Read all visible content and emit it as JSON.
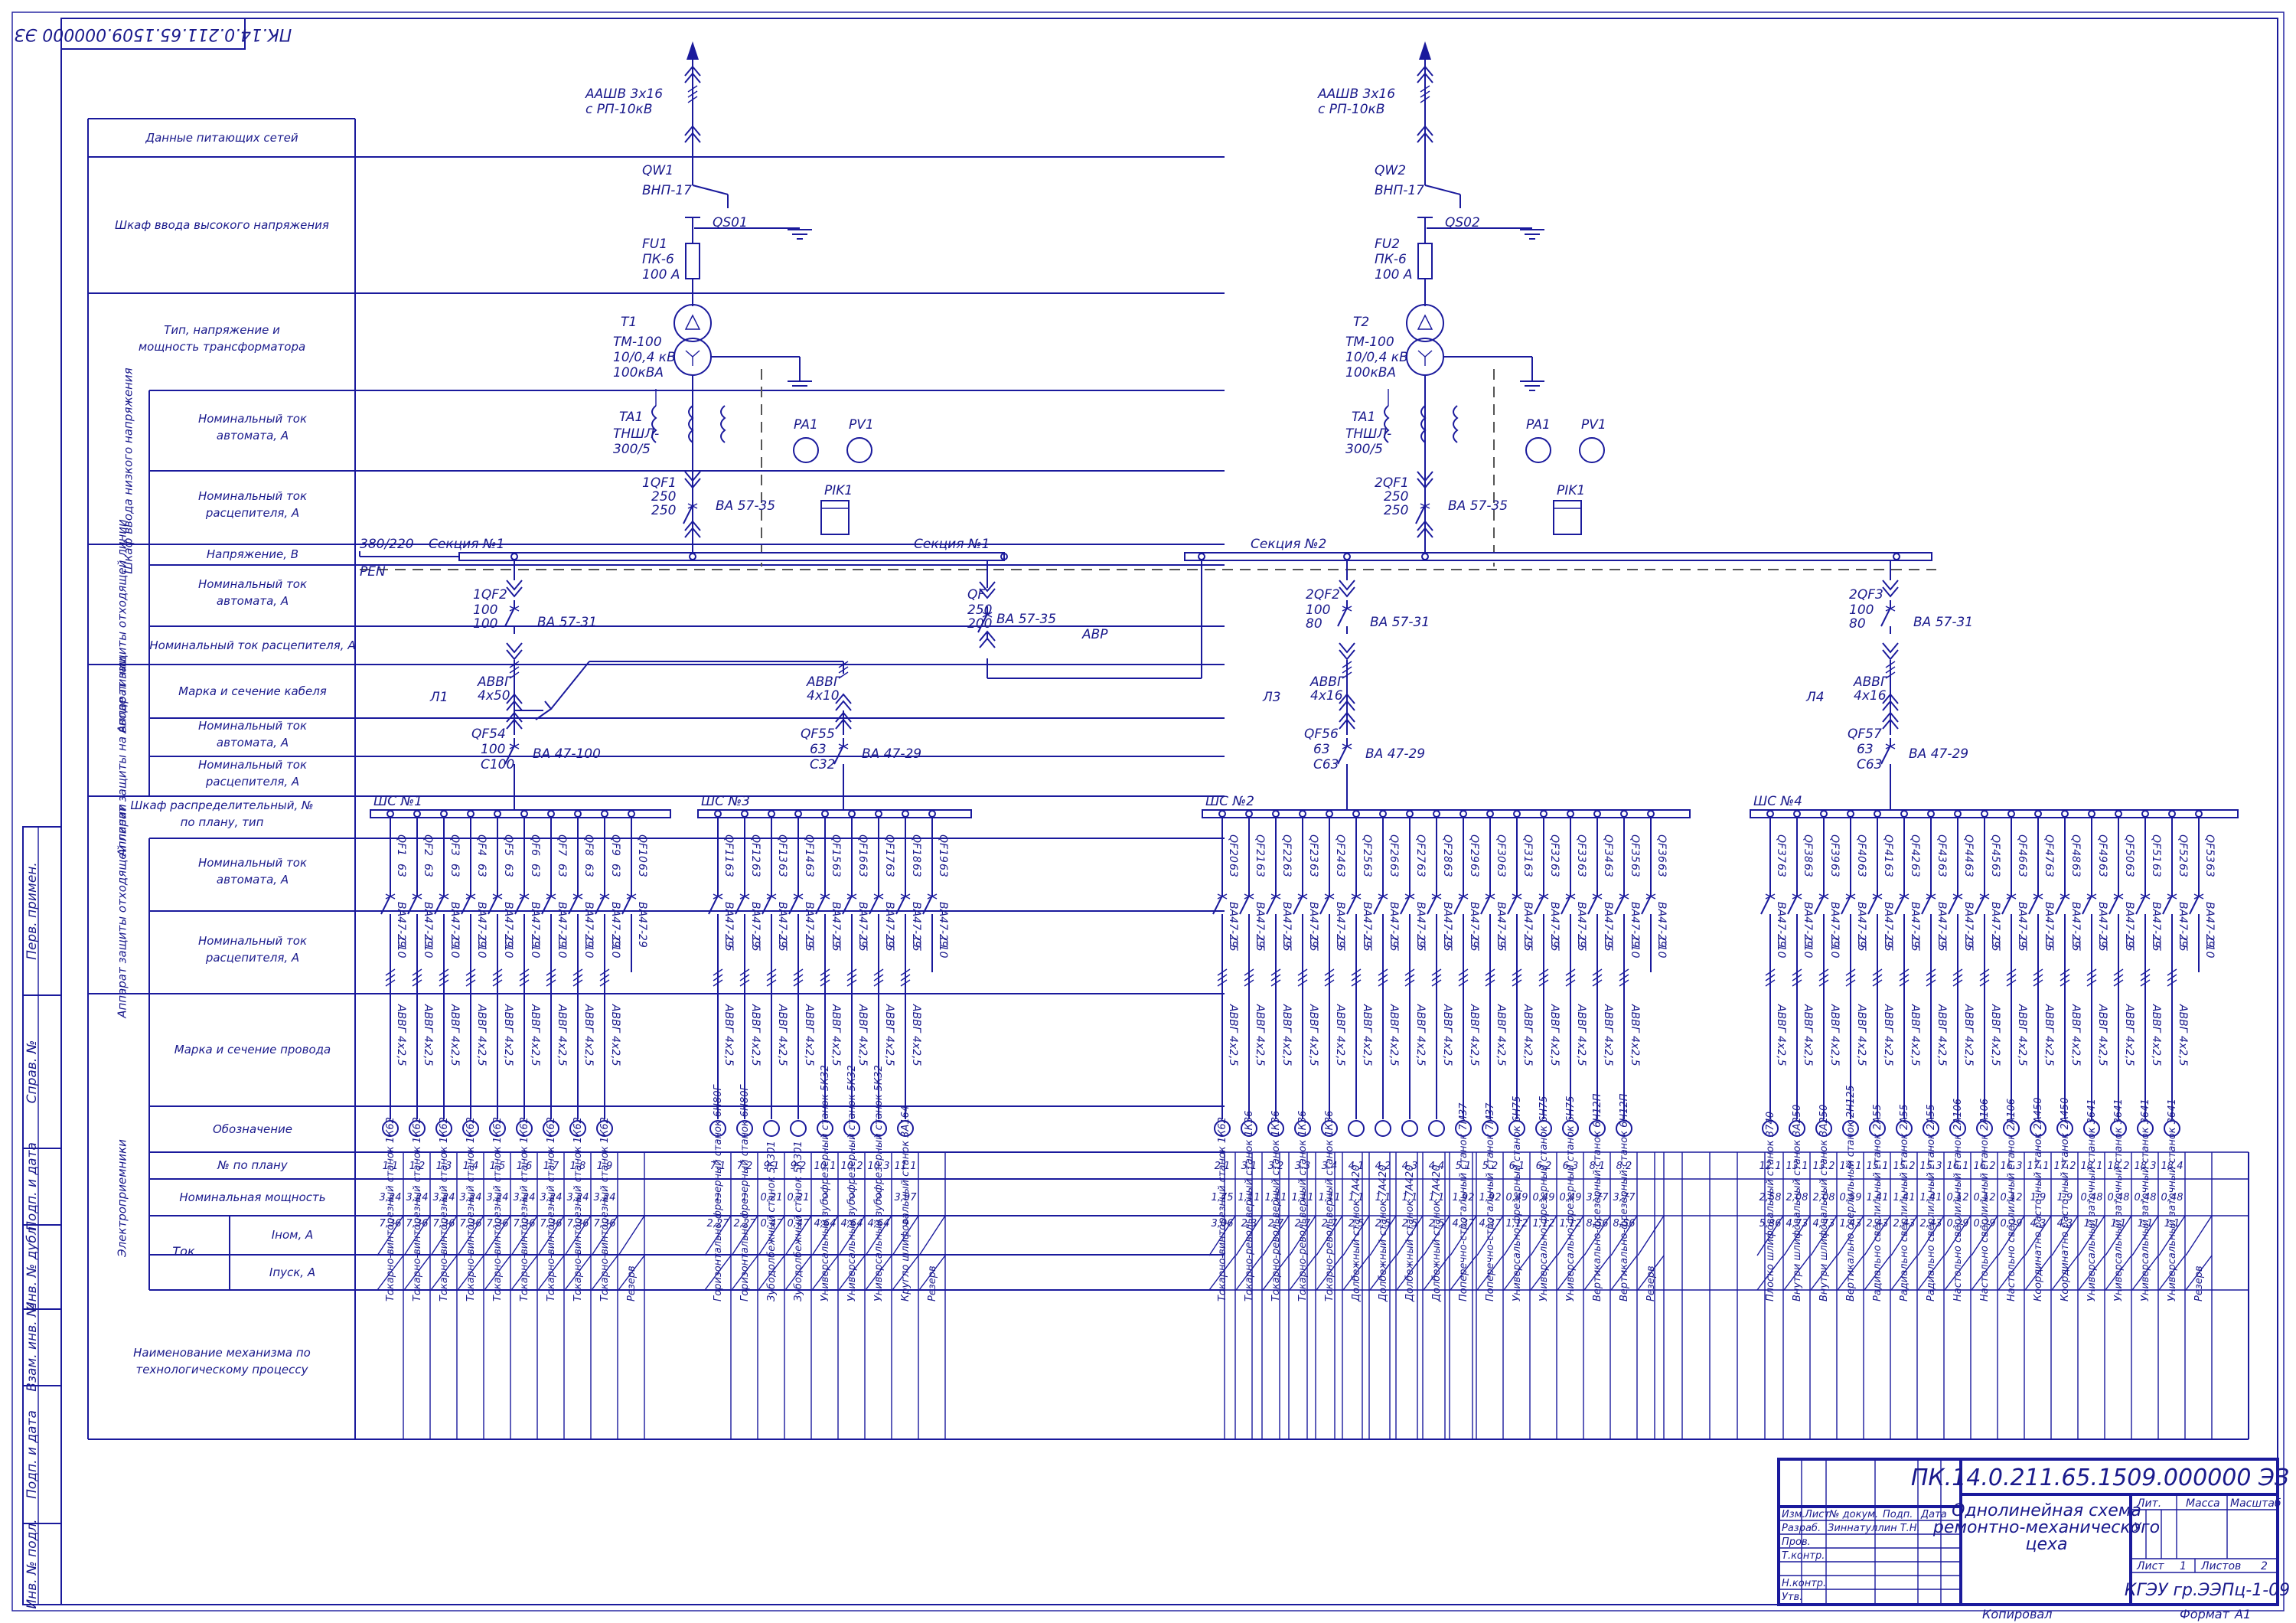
{
  "sheet": {
    "stamp_rotated": "ПК.14.0.211.65.1509.000000 ЭЗ",
    "side_labels": [
      "Перв. примен.",
      "Справ. №",
      "Подп. и дата",
      "Инв. № дубл.",
      "Взам. инв. №",
      "Подп. и дата",
      "Инв. № подл."
    ]
  },
  "left_table": {
    "rows": [
      "Данные питающих сетей",
      "Шкаф ввода высокого напряжения",
      "Тип, напряжение и мощность трансформатора",
      "Номинальный ток автомата, А",
      "Номинальный ток расцепителя, А",
      "Напряжение, В",
      "Номинальный ток автомата, А",
      "Номинальный ток расцепителя, А",
      "Марка и сечение кабеля",
      "Номинальный ток автомата, А",
      "Номинальный ток расцепителя, А",
      "Шкаф распределительный, № по плану, тип",
      "Номинальный ток автомата, А",
      "Номинальный ток расцепителя, А",
      "Марка и сечение провода",
      "Обозначение",
      "№ по плану",
      "Номинальная мощность",
      "Iном, А",
      "Iпуск, А",
      "Наименование механизма по технологическому процессу"
    ],
    "group_labels": [
      "Шкаф ввода низкого напряжения",
      "Аппарат защиты отходящей линии",
      "Аппарат защиты на вводе линии",
      "Аппарат защиты отходящей линии",
      "Электроприемники",
      "Ток"
    ]
  },
  "feeder": [
    {
      "cable": "ААШВ 3х16",
      "cable_src": "с РП-10кВ",
      "qw": "QW1",
      "qw_type": "ВНП-17",
      "qs": "QS01",
      "fu": "FU1",
      "fu_type": "ПК-6",
      "fu_rating": "100 А",
      "t": "T1",
      "t_type": "ТМ-100",
      "t_volt": "10/0,4 кВ",
      "t_power": "100кВА",
      "ta": "TA1",
      "ta_type": "ТНШЛ-",
      "ta_ratio": "300/5",
      "pa": "PA1",
      "pv": "PV1",
      "pik": "PIK1",
      "qf": "1QF1",
      "qf_n1": "250",
      "qf_n2": "250",
      "qf_type": "ВА 57-35",
      "section_left": "Секция №1",
      "section_right": "Секция №1"
    },
    {
      "cable": "ААШВ 3х16",
      "cable_src": "с РП-10кВ",
      "qw": "QW2",
      "qw_type": "ВНП-17",
      "qs": "QS02",
      "fu": "FU2",
      "fu_type": "ПК-6",
      "fu_rating": "100 А",
      "t": "T2",
      "t_type": "ТМ-100",
      "t_volt": "10/0,4 кВ",
      "t_power": "100кВА",
      "ta": "TA1",
      "ta_type": "ТНШЛ-",
      "ta_ratio": "300/5",
      "pa": "PA1",
      "pv": "PV1",
      "pik": "PIK1",
      "qf": "2QF1",
      "qf_n1": "250",
      "qf_n2": "250",
      "qf_type": "ВА 57-35",
      "section_left": "Секция №2",
      "section_right": ""
    }
  ],
  "bus_labels": {
    "voltage": "380/220",
    "pen": "PEN",
    "avr": "АВР"
  },
  "tie": {
    "name": "QF",
    "n1": "250",
    "n2": "200",
    "type": "ВА 57-35"
  },
  "outgoing": [
    {
      "qf": "1QF2",
      "n1": "100",
      "n2": "100",
      "type": "ВА 57-31",
      "line": "Л1",
      "cable": "АВВГ",
      "cable_sec": "4х50",
      "qfi": "QF54",
      "i1": "100",
      "i2": "С100",
      "itype": "ВА 47-100"
    },
    {
      "qf": "",
      "n1": "",
      "n2": "",
      "type": "",
      "line": "",
      "cable": "АВВГ",
      "cable_sec": "4х10",
      "qfi": "QF55",
      "i1": "63",
      "i2": "С32",
      "itype": "ВА 47-29"
    },
    {
      "qf": "2QF2",
      "n1": "100",
      "n2": "80",
      "type": "ВА 57-31",
      "line": "Л3",
      "cable": "АВВГ",
      "cable_sec": "4х16",
      "qfi": "QF56",
      "i1": "63",
      "i2": "С63",
      "itype": "ВА 47-29"
    },
    {
      "qf": "2QF3",
      "n1": "100",
      "n2": "80",
      "type": "ВА 57-31",
      "line": "Л4",
      "cable": "АВВГ",
      "cable_sec": "4х16",
      "qfi": "QF57",
      "i1": "63",
      "i2": "С63",
      "itype": "ВА 47-29"
    }
  ],
  "cabinets": [
    {
      "name": "ШС №1",
      "breakers": [
        "QF1",
        "QF2",
        "QF3",
        "QF4",
        "QF5",
        "QF6",
        "QF7",
        "QF8",
        "QF9",
        "QF10"
      ],
      "amp": "63",
      "btype": "ВА47-29",
      "release": [
        "С10",
        "С10",
        "С10",
        "С10",
        "С10",
        "С10",
        "С10",
        "С10",
        "С10",
        ""
      ],
      "wire": "АВВГ 4х2,5",
      "loads": 9,
      "plan": [
        "1.1",
        "1.2",
        "1.3",
        "1.4",
        "1.5",
        "1.6",
        "1.7",
        "1.8",
        "1.9",
        ""
      ],
      "power": [
        "3,24",
        "3,24",
        "3,24",
        "3,24",
        "3,24",
        "3,24",
        "3,24",
        "3,24",
        "3,24",
        ""
      ],
      "inom": [
        "7,36",
        "7,36",
        "7,36",
        "7,36",
        "7,36",
        "7,36",
        "7,36",
        "7,36",
        "7,36",
        ""
      ],
      "names": [
        "Токарно-винторезный станок 1К62",
        "Токарно-винторезный станок 1К62",
        "Токарно-винторезный станок 1К62",
        "Токарно-винторезный станок 1К62",
        "Токарно-винторезный станок 1К62",
        "Токарно-винторезный станок 1К62",
        "Токарно-винторезный станок 1К62",
        "Токарно-винторезный станок 1К62",
        "Токарно-винторезный станок 1К62",
        "Резерв"
      ]
    },
    {
      "name": "ШС №3",
      "breakers": [
        "QF11",
        "QF12",
        "QF13",
        "QF14",
        "QF15",
        "QF16",
        "QF17",
        "QF18",
        "QF19"
      ],
      "amp": "63",
      "btype": "ВА47-29",
      "release": [
        "С5",
        "С5",
        "С5",
        "С5",
        "С5",
        "С5",
        "С5",
        "С5",
        "С10"
      ],
      "wire": "АВВГ 4х2,5",
      "loads": 8,
      "plan": [
        "7.1",
        "7.2",
        "9.1",
        "9.2",
        "10.1",
        "10.2",
        "10.3",
        "11.1",
        ""
      ],
      "power": [
        "1",
        "1",
        "0,21",
        "0,21",
        "2",
        "2",
        "2",
        "3,97",
        ""
      ],
      "inom": [
        "2,27",
        "2,27",
        "0,47",
        "0,47",
        "4,64",
        "4,64",
        "4,64",
        "9",
        ""
      ],
      "names": [
        "Горизонтально-фрезерный станок 6Н80Г",
        "Горизонтально-фрезерный станок 6Н80Г",
        "Зубодолбежный станок 5К301",
        "Зубодолбежный станок 5К301",
        "Универсальный зубофрезерный станок 5К32",
        "Универсальный зубофрезерный станок 5К32",
        "Универсальный зубофрезерный станок 5К32",
        "Кругло шлифовальный станок 3А164",
        "Резерв"
      ]
    },
    {
      "name": "ШС №2",
      "breakers": [
        "QF20",
        "QF21",
        "QF22",
        "QF23",
        "QF24",
        "QF25",
        "QF26",
        "QF27",
        "QF28",
        "QF29",
        "QF30",
        "QF31",
        "QF32",
        "QF33",
        "QF34",
        "QF35",
        "QF36"
      ],
      "amp": "63",
      "btype": "ВА47-29",
      "release": [
        "С5",
        "С5",
        "С5",
        "С5",
        "С5",
        "С5",
        "С5",
        "С5",
        "С5",
        "С5",
        "С5",
        "С5",
        "С5",
        "С5",
        "С5",
        "С10",
        "С10"
      ],
      "wire": "АВВГ 4х2,5",
      "loads": 16,
      "plan": [
        "2.1",
        "3.1",
        "3.2",
        "3.3",
        "3.4",
        "4.1",
        "4.2",
        "4.3",
        "4.4",
        "5.1",
        "5.2",
        "6.1",
        "6.2",
        "6.3",
        "8.1",
        "8.2",
        ""
      ],
      "power": [
        "1,75",
        "1,11",
        "1,11",
        "1,11",
        "1,11",
        "1,1",
        "1,1",
        "1,1",
        "1,1",
        "1,92",
        "1,92",
        "0,49",
        "0,49",
        "0,49",
        "3,77",
        "3,77",
        ""
      ],
      "inom": [
        "3,06",
        "2,3",
        "2,7",
        "2,7",
        "2,7",
        "2,5",
        "2,5",
        "2,5",
        "2,5",
        "4,37",
        "4,37",
        "1,12",
        "1,12",
        "1,12",
        "8,56",
        "8,56",
        ""
      ],
      "names": [
        "Токарно-винторезный станок 1К62",
        "Токарно-револьверный станок 1К36",
        "Токарно-револьверный станок 1К36",
        "Токарно-револьверный станок 1К36",
        "Токарно-револьверный станок 1К36",
        "Долбежный станок 7А420",
        "Долбежный станок 7А420",
        "Долбежный станок 7А420",
        "Долбежный станок 7А420",
        "Поперечно-строгальный станок 7М37",
        "Поперечно-строгальный станок 7М37",
        "Универсально-фрезерный станок 6Н75",
        "Универсально-фрезерный станок 6Н75",
        "Универсально-фрезерный станок 6Н75",
        "Вертикально-фрезерный станок 6Н12П",
        "Вертикально-фрезерный станок 6Н12П",
        "Резерв"
      ]
    },
    {
      "name": "ШС №4",
      "breakers": [
        "QF37",
        "QF38",
        "QF39",
        "QF40",
        "QF41",
        "QF42",
        "QF43",
        "QF44",
        "QF45",
        "QF46",
        "QF47",
        "QF48",
        "QF49",
        "QF50",
        "QF51",
        "QF52",
        "QF53"
      ],
      "amp": "63",
      "btype": "ВА47-29",
      "release": [
        "С10",
        "С10",
        "С10",
        "С5",
        "С5",
        "С5",
        "С5",
        "С5",
        "С5",
        "С5",
        "С5",
        "С5",
        "С5",
        "С5",
        "С5",
        "С5",
        "С10"
      ],
      "wire": "АВВГ 4х2,5",
      "loads": 16,
      "plan": [
        "12.1",
        "13.1",
        "13.2",
        "14.1",
        "15.1",
        "15.2",
        "15.3",
        "16.1",
        "16.2",
        "16.3",
        "17.1",
        "17.2",
        "18.1",
        "18.2",
        "18.3",
        "18.4",
        ""
      ],
      "power": [
        "2,58",
        "2,08",
        "2,08",
        "0,59",
        "1,41",
        "1,41",
        "1,41",
        "0,12",
        "0,12",
        "0,12",
        "1,9",
        "1,9",
        "0,48",
        "0,48",
        "0,48",
        "0,48",
        ""
      ],
      "inom": [
        "5,86",
        "4,73",
        "4,73",
        "1,43",
        "2,43",
        "2,43",
        "2,43",
        "0,29",
        "0,29",
        "0,29",
        "4,3",
        "4,3",
        "1,1",
        "1,1",
        "1,1",
        "1,1",
        ""
      ],
      "names": [
        "Плоско шлифовальный станок 3740",
        "Внутри шлифовальный станок 3А250",
        "Внутри шлифовальный станок 3А250",
        "Вертикально сверлильный станок 2Н125",
        "Радиально сверлильный станок 2А55",
        "Радиально сверлильный станок 2А55",
        "Радиально сверлильный станок 2А55",
        "Настольно сверлильный станок 2А106",
        "Настольно сверлильный станок 2А106",
        "Настольно сверлильный станок 2А106",
        "Координатно расточный станок 2А450",
        "Координатно расточный станок 2А450",
        "Универсальный заточный станок 3641",
        "Универсальный заточный станок 3641",
        "Универсальный заточный станок 3641",
        "Универсальный заточный станок 3641",
        "Резерв"
      ]
    }
  ],
  "title_block": {
    "code": "ПК.14.0.211.65.1509.000000 ЭЗ",
    "title_l1": "Однолинейная схема",
    "title_l2": "ремонтно-механического",
    "title_l3": "цеха",
    "header": [
      "Изм.",
      "Лист",
      "№ докум.",
      "Подп.",
      "Дата"
    ],
    "roles": [
      "Разраб.",
      "Пров.",
      "Т.контр.",
      "",
      "Н.контр.",
      "Утв."
    ],
    "developer": "Зиннатуллин Т.Н.",
    "lit_header": [
      "Лит.",
      "Масса",
      "Масштаб"
    ],
    "lit_value": "У",
    "sheet_label": "Лист",
    "sheet_value": "1",
    "sheets_label": "Листов",
    "sheets_value": "2",
    "org": "КГЭУ гр.ЭЭПц-1-09",
    "copied": "Копировал",
    "format_label": "Формат",
    "format_value": "А1"
  }
}
